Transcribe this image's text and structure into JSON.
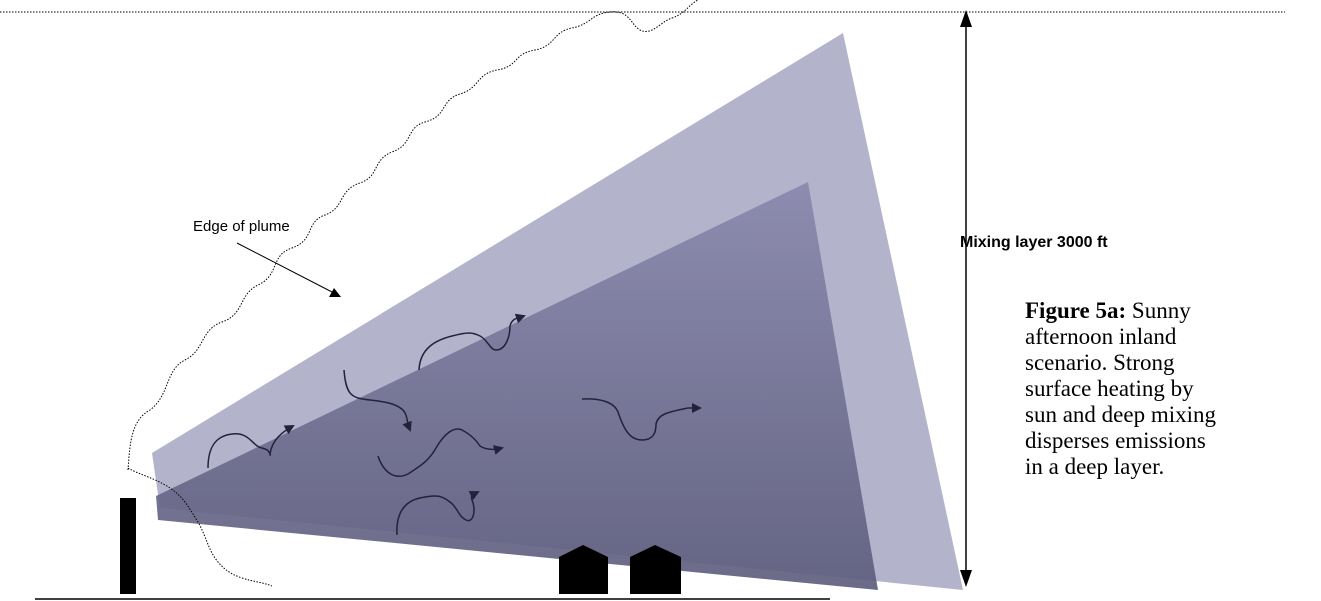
{
  "labels": {
    "edge_of_plume": "Edge of plume",
    "mixing_layer": "Mixing layer 3000 ft"
  },
  "caption": {
    "figure_label": "Figure 5a:",
    "lines": [
      " Sunny",
      "afternoon inland",
      "scenario. Strong",
      "surface heating by",
      "sun and deep mixing",
      "disperses emissions",
      "in a deep layer."
    ]
  },
  "colors": {
    "outer_plume": "#b3b3cc",
    "inner_plume": "#6b6a8c",
    "ink": "#000000"
  }
}
